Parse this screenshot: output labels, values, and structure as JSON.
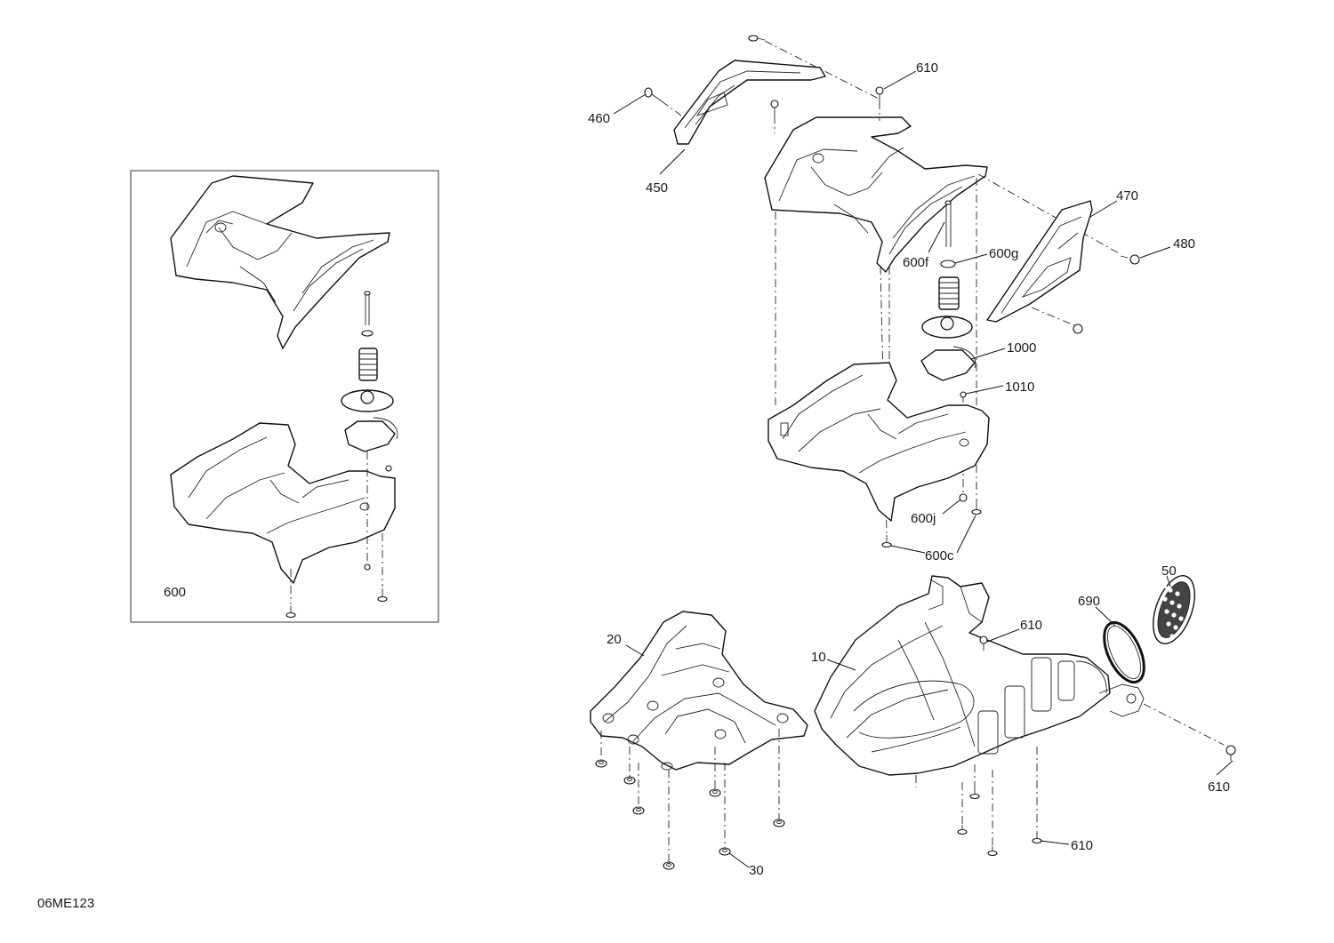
{
  "diagram": {
    "reference_code": "06ME123",
    "inset_label": "600",
    "callouts": {
      "c610_top": "610",
      "c460": "460",
      "c450": "450",
      "c470": "470",
      "c480": "480",
      "c600f": "600f",
      "c600g": "600g",
      "c1000": "1000",
      "c1010": "1010",
      "c600j": "600j",
      "c600c": "600c",
      "c50": "50",
      "c690": "690",
      "c610_mid": "610",
      "c20": "20",
      "c10": "10",
      "c610_right": "610",
      "c610_bottom": "610",
      "c30": "30"
    }
  }
}
